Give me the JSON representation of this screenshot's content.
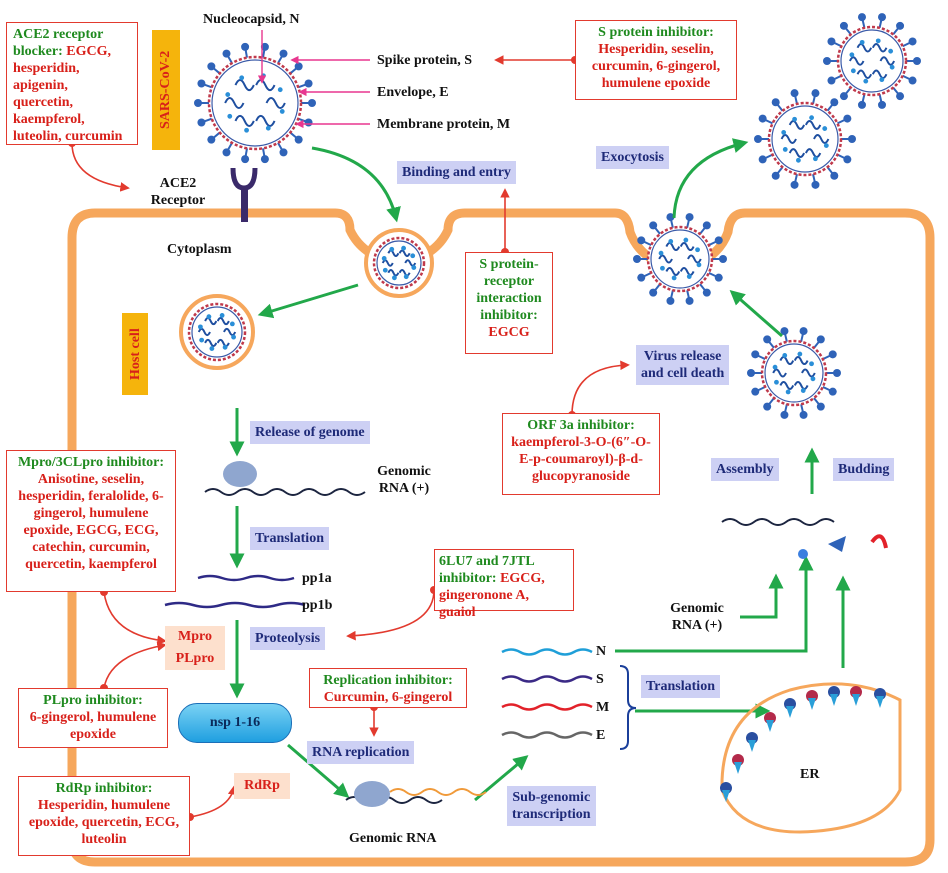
{
  "virus": {
    "title": "SARS-CoV-2",
    "parts": {
      "nucleocapsid": "Nucleocapsid, N",
      "spike": "Spike protein, S",
      "envelope": "Envelope, E",
      "membrane": "Membrane protein, M"
    },
    "receptor": "ACE2 Receptor"
  },
  "regions": {
    "cytoplasm": "Cytoplasm",
    "host_cell": "Host cell",
    "er": "ER"
  },
  "steps": {
    "binding": "Binding and entry",
    "exocytosis": "Exocytosis",
    "release_genome": "Release of genome",
    "translation1": "Translation",
    "proteolysis": "Proteolysis",
    "rna_replication": "RNA replication",
    "subgenomic_l1": "Sub-genomic",
    "subgenomic_l2": "transcription",
    "translation2": "Translation",
    "assembly": "Assembly",
    "budding": "Budding",
    "virus_release_l1": "Virus release",
    "virus_release_l2": "and cell death"
  },
  "molecules": {
    "genomic_rna_plus_l1": "Genomic",
    "genomic_rna_plus_l2": "RNA (+)",
    "pp1a": "pp1a",
    "pp1b": "pp1b",
    "nsp": "nsp 1-16",
    "genomic_rna": "Genomic RNA",
    "genomic_rna2_l1": "Genomic",
    "genomic_rna2_l2": "RNA (+)",
    "sgN": "N",
    "sgS": "S",
    "sgM": "M",
    "sgE": "E"
  },
  "enzymes": {
    "mpro": "Mpro",
    "plpro": "PLpro",
    "rdrp": "RdRp"
  },
  "inhibitors": {
    "ace2": {
      "head": "ACE2 receptor blocker:",
      "list": "EGCG, hesperidin, apigenin, quercetin, kaempferol, luteolin, curcumin"
    },
    "s_protein": {
      "head": "S protein inhibitor:",
      "list": "Hesperidin, seselin, curcumin, 6-gingerol, humulene epoxide"
    },
    "s_receptor": {
      "head": "S protein-receptor interaction inhibitor:",
      "list": "EGCG"
    },
    "orf3a": {
      "head": "ORF 3a inhibitor:",
      "list": "kaempferol-3-O-(6″-O-E-p-coumaroyl)-β-d-glucopyranoside"
    },
    "mpro": {
      "head": "Mpro/3CLpro inhibitor:",
      "list": "Anisotine, seselin, hesperidin, feralolide, 6-gingerol, humulene epoxide, EGCG, ECG, catechin, curcumin, quercetin, kaempferol"
    },
    "lu7": {
      "head": "6LU7 and 7JTL inhibitor:",
      "list": "EGCG, gingeronone A, guaiol"
    },
    "replication": {
      "head": "Replication inhibitor:",
      "list": "Curcumin, 6-gingerol"
    },
    "plpro": {
      "head": "PLpro inhibitor:",
      "list": "6-gingerol, humulene epoxide"
    },
    "rdrp": {
      "head": "RdRp inhibitor:",
      "list": "Hesperidin, humulene epoxide, quercetin, ECG, luteolin"
    }
  },
  "colors": {
    "membrane": "#f6a75c",
    "flow_arrow": "#22a84a",
    "inhibit_arrow": "#e23a2e",
    "label_bg": "#cdd0f4",
    "spike": "#2f63b8"
  }
}
